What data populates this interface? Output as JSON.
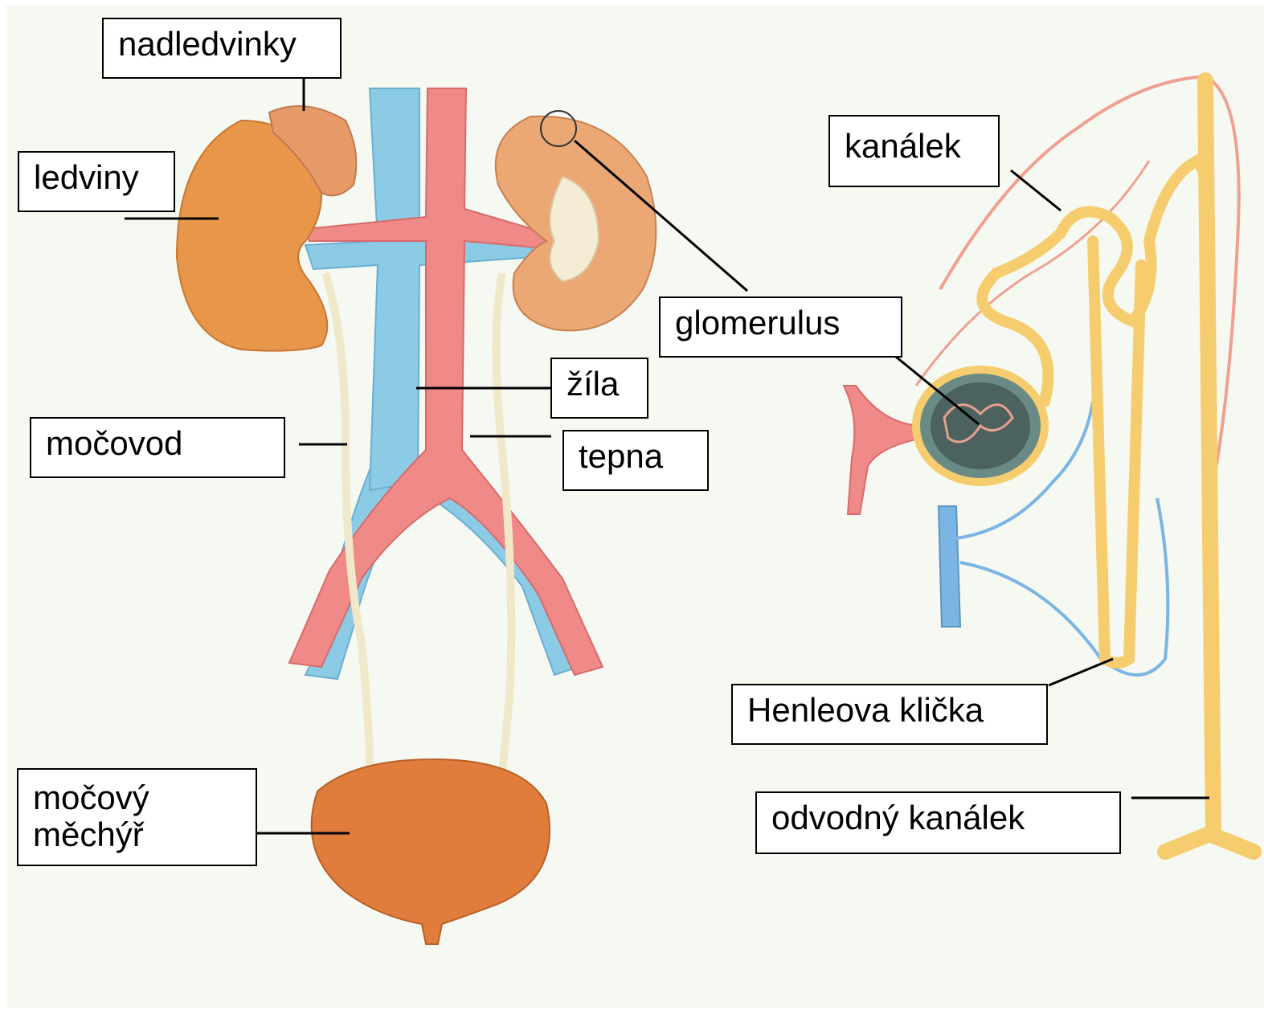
{
  "labels": {
    "adrenal": "nadledvinky",
    "kidney": "ledviny",
    "ureter": "močovod",
    "bladder_line1": "močový",
    "bladder_line2": "měchýř",
    "vein": "žíla",
    "artery": "tepna",
    "tubule": "kanálek",
    "glomerulus": "glomerulus",
    "henle": "Henleova klička",
    "collecting": "odvodný kanálek"
  },
  "colors": {
    "background": "#f6f8f2",
    "kidney": "#e8964a",
    "adrenal": "#e69a68",
    "vein": "#8ccbe6",
    "artery": "#ef8a88",
    "ureter": "#f1e8c9",
    "bladder": "#e07d3c",
    "tubule": "#f6cd6e",
    "capillary_red": "#f0a090",
    "capillary_blue": "#7ab5e3",
    "glomerulus": "#4b625e"
  }
}
